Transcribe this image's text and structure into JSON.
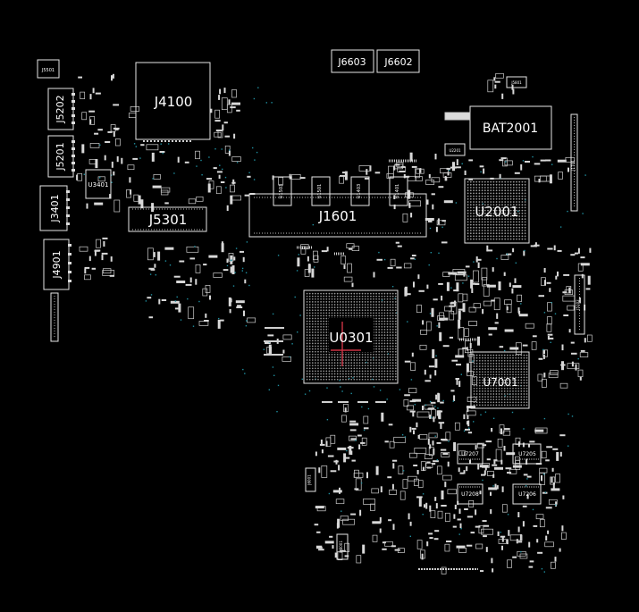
{
  "colors": {
    "background": "#000000",
    "outline": "#e6e6e6",
    "label": "#ffffff",
    "via": "#1f8fa0",
    "highlight": "#cc3344"
  },
  "components": {
    "j5501": "J5501",
    "j5202": "J5202",
    "j5201": "J5201",
    "j4100": "J4100",
    "u3401": "U3401",
    "j3401": "J3401",
    "j5301": "J5301",
    "j4901": "J4901",
    "j6603": "J6603",
    "j6602": "J6602",
    "j5801": "J5801",
    "bat2001": "BAT2001",
    "u2201": "U2201",
    "j1601": "J1601",
    "u1503": "U1503",
    "u1501": "U1501",
    "u1403": "U1403",
    "u1401": "U1401",
    "u2001": "U2001",
    "j1701": "J1701",
    "j5102": "J5102",
    "u0301": "U0301",
    "u7001": "U7001",
    "u7207": "U7207",
    "u7205": "U7205",
    "u7208": "U7208",
    "u7206": "U7206",
    "j6001": "J6001",
    "pj6001": "PJ6001"
  }
}
